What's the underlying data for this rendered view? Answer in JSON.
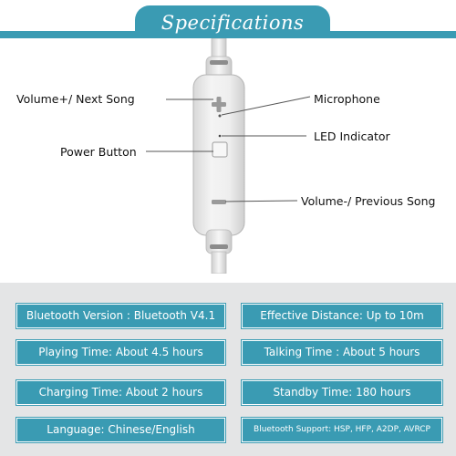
{
  "header": {
    "title": "Specifications"
  },
  "callouts": {
    "volume_up": "Volume+/ Next Song",
    "microphone": "Microphone",
    "led": "LED Indicator",
    "power": "Power Button",
    "volume_down": "Volume-/ Previous Song"
  },
  "specs": [
    {
      "text": "Bluetooth Version : Bluetooth V4.1"
    },
    {
      "text": "Effective Distance:  Up to 10m"
    },
    {
      "text": "Playing Time:  About 4.5 hours"
    },
    {
      "text": "Talking Time : About 5 hours"
    },
    {
      "text": "Charging Time:  About 2 hours"
    },
    {
      "text": "Standby Time:  180 hours"
    },
    {
      "text": "Language: Chinese/English"
    },
    {
      "text": "Bluetooth Support: HSP, HFP, A2DP, AVRCP"
    }
  ],
  "colors": {
    "accent": "#3a9bb3",
    "footer_bg": "#e4e5e6"
  }
}
